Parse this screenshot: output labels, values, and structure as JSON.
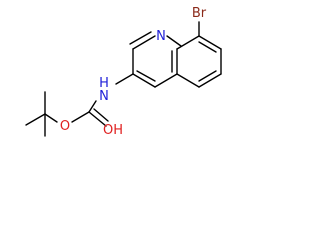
{
  "molecule": {
    "atom_labels": {
      "bromine": "Br",
      "nitrogen_ring": "N",
      "nitrogen_amide": "N",
      "hydrogen_amide": "H",
      "oxygen_ester": "O",
      "oxygen_hydroxyl": "OH"
    },
    "colors": {
      "bond": "#000000",
      "bromine": "#8b2a1a",
      "nitrogen": "#2020d8",
      "oxygen": "#e02020"
    }
  }
}
